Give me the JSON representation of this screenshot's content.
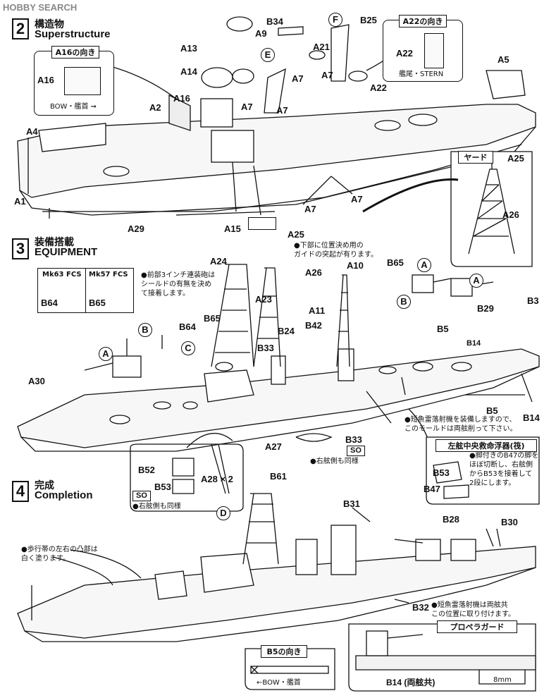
{
  "header": {
    "logo": "HOBBY SEARCH"
  },
  "steps": [
    {
      "num": "2",
      "jp": "構造物",
      "en": "Superstructure"
    },
    {
      "num": "3",
      "jp": "装備搭載",
      "en": "EQUIPMENT"
    },
    {
      "num": "4",
      "jp": "完成",
      "en": "Completion"
    }
  ],
  "boxes": {
    "a16": {
      "title": "A16の向き",
      "part": "A16",
      "caption": "BOW・艦首 ➞"
    },
    "a22": {
      "title": "A22の向き",
      "part": "A22",
      "caption": "艦尾・STERN"
    },
    "yard": {
      "title": "ヤード",
      "p1": "A25",
      "p2": "A26"
    },
    "fcs": {
      "left_title": "Mk63 FCS",
      "right_title": "Mk57 FCS",
      "left_part": "B64",
      "right_part": "B65"
    },
    "raft": {
      "title": "左舷中央救命浮器(筏)",
      "p1": "B53",
      "p2": "B47",
      "note": "●脚付きのB47の脚を\nほぼ切断し、右舷側\nからB53を接着して\n2段にします。"
    },
    "b52": {
      "p1": "B52",
      "p2": "B53",
      "so": "SO",
      "note": "●右舷側も同様"
    },
    "b5": {
      "title": "B5の向き",
      "caption": "←BOW・艦首"
    },
    "prop": {
      "title": "プロペラガード",
      "part": "B14 (両舷共)",
      "dim": "8mm"
    }
  },
  "notes": {
    "a25": "●下部に位置決め用の\nガイドの突起が有ります。",
    "gun": "●前部3インチ連装砲は\nシールドの有無を決め\nて接着します。",
    "torpedo": "●短魚雷落射機を装備しますので、\nこのモールドは両舷削って下さい。",
    "b33": "●右舷側も同様",
    "white": "●歩行帯の左右の凸部は\n白く塗ります。",
    "b32": "●短魚雷落射機は両舷共\nこの位置に取り付けます。"
  },
  "labels": {
    "s2": [
      "A4",
      "A1",
      "A29",
      "A2",
      "A16",
      "A14",
      "A13",
      "A9",
      "B34",
      "A7",
      "A7",
      "A7",
      "A21",
      "A7",
      "A22",
      "B25",
      "A5",
      "A15",
      "A7",
      "A7",
      "A25",
      "A26",
      "A22"
    ],
    "s3": [
      "A25",
      "A24",
      "A23",
      "A26",
      "A10",
      "B65",
      "A11",
      "B42",
      "B24",
      "B33",
      "B64",
      "B65",
      "A30",
      "B3",
      "B29",
      "B14",
      "B5",
      "B5",
      "B14",
      "A27",
      "B33",
      "A28 × 2"
    ],
    "s4": [
      "B61",
      "B31",
      "B28",
      "B30",
      "B32"
    ]
  },
  "letter_markers": [
    "E",
    "F",
    "B",
    "C",
    "A",
    "A",
    "A",
    "B",
    "D"
  ]
}
